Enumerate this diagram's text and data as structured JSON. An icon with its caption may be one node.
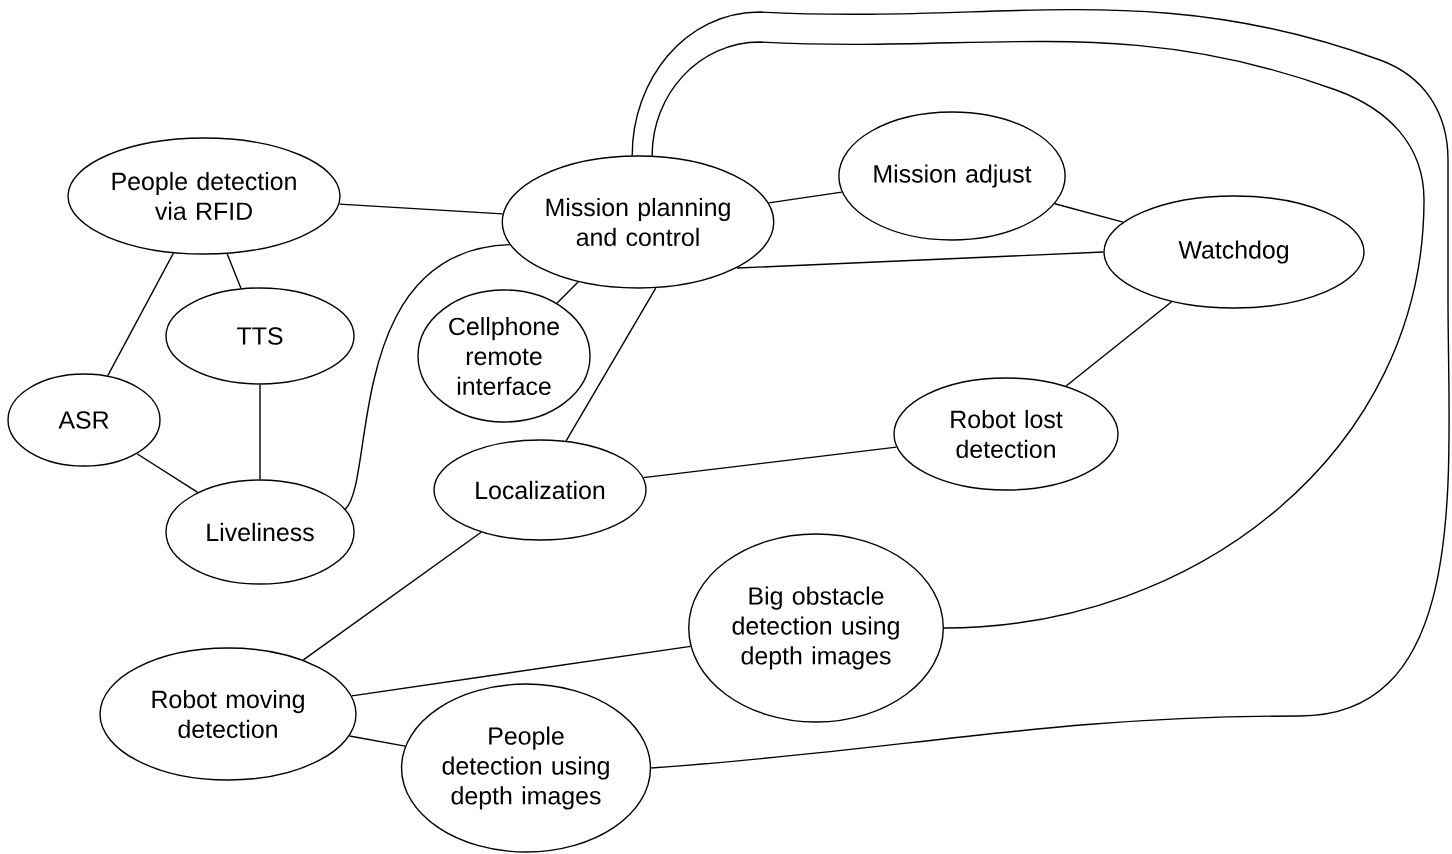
{
  "diagram": {
    "nodes": [
      {
        "text": [
          "People detection via RFID"
        ]
      },
      {
        "text": [
          "TTS"
        ]
      },
      {
        "text": [
          "ASR"
        ]
      },
      {
        "text": [
          "Liveliness"
        ]
      },
      {
        "text": [
          "Mission planning and control"
        ]
      },
      {
        "text": [
          "Cellphone remote interface"
        ]
      },
      {
        "text": [
          "Mission adjust"
        ]
      },
      {
        "text": [
          "Watchdog"
        ]
      },
      {
        "text": [
          "Robot lost detection"
        ]
      },
      {
        "text": [
          "Localization"
        ]
      },
      {
        "text": [
          "Robot moving detection"
        ]
      },
      {
        "text": [
          "Big obstacle detection using depth images"
        ]
      },
      {
        "text": [
          "People detection using depth images"
        ]
      }
    ],
    "edges": [
      {
        "from": 0,
        "to": 4,
        "arrow": "none"
      },
      {
        "from": 0,
        "to": 1,
        "arrow": "none"
      },
      {
        "from": 0,
        "to": 2,
        "arrow": "none"
      },
      {
        "from": 2,
        "to": 3,
        "arrow": "none"
      },
      {
        "from": 1,
        "to": 3,
        "arrow": "none"
      },
      {
        "from": 3,
        "to": 4,
        "arrow": "none"
      },
      {
        "from": 4,
        "to": 5,
        "arrow": "none"
      },
      {
        "from": 4,
        "to": 6,
        "arrow": "none"
      },
      {
        "from": 4,
        "to": 7,
        "arrow": "none"
      },
      {
        "from": 6,
        "to": 7,
        "arrow": "none"
      },
      {
        "from": 7,
        "to": 8,
        "arrow": "none"
      },
      {
        "from": 9,
        "to": 8,
        "arrow": "none"
      },
      {
        "from": 9,
        "to": 4,
        "arrow": "none"
      },
      {
        "from": 9,
        "to": 10,
        "arrow": "none"
      },
      {
        "from": 10,
        "to": 11,
        "arrow": "none"
      },
      {
        "from": 10,
        "to": 12,
        "arrow": "none"
      },
      {
        "from": 4,
        "to": 11,
        "arrow": "none"
      },
      {
        "from": 4,
        "to": 12,
        "arrow": "none"
      }
    ]
  }
}
